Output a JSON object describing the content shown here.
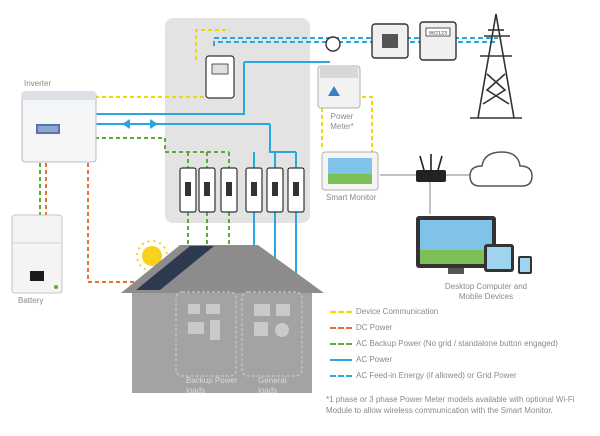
{
  "labels": {
    "inverter": "Inverter",
    "battery": "Battery",
    "power_meter": "Power Meter*",
    "smart_monitor": "Smart Monitor",
    "desktop": "Desktop Computer and Mobile Devices",
    "backup_loads": "Backup Power loads",
    "general_loads": "General loads",
    "meter_display": "062123"
  },
  "legend": [
    {
      "label": "Device Communication",
      "color": "#f2d800"
    },
    {
      "label": "DC Power",
      "color": "#e8702a"
    },
    {
      "label": "AC Backup Power (No grid / standalone button engaged)",
      "color": "#5aab3a"
    },
    {
      "label": "AC Power",
      "color": "#2aa7df"
    },
    {
      "label": "AC Feed-in Energy (if allowed) or Grid Power",
      "color": "#2aa7df"
    }
  ],
  "footnote": "*1 phase or 3 phase Power Meter models available with optional Wi-Fi Module to allow wireless communication with the Smart Monitor.",
  "colors": {
    "communication": "#f2d800",
    "dc": "#e8702a",
    "ac_backup": "#5aab3a",
    "ac": "#2aa7df",
    "panel": "#e3e3e3",
    "house": "#9a9a9a"
  }
}
